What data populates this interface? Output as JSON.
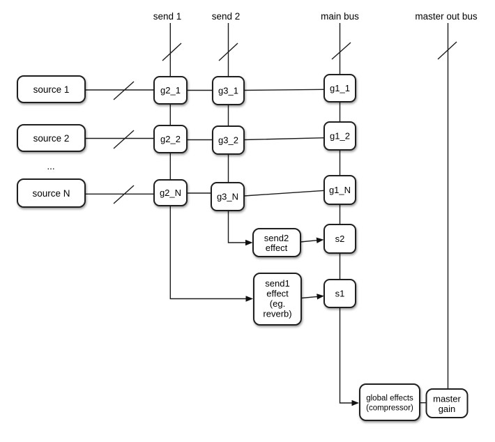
{
  "colors": {
    "background": "#ffffff",
    "line_stroke": "#1b1b1b",
    "box_fill": "#ffffff",
    "box_stroke": "#1f1f1f",
    "text": "#000000"
  },
  "buses": {
    "send1": "send 1",
    "send2": "send 2",
    "main": "main bus",
    "master": "master out bus"
  },
  "sources": {
    "row1": "source 1",
    "row2": "source 2",
    "rowN": "source N",
    "ellipsis": "..."
  },
  "gains": {
    "g2_1": "g2_1",
    "g3_1": "g3_1",
    "g1_1": "g1_1",
    "g2_2": "g2_2",
    "g3_2": "g3_2",
    "g1_2": "g1_2",
    "g2_N": "g2_N",
    "g3_N": "g3_N",
    "g1_N": "g1_N"
  },
  "sums": {
    "s2": "s2",
    "s1": "s1"
  },
  "effects": {
    "send2": {
      "line1": "send2",
      "line2": "effect"
    },
    "send1": {
      "line1": "send1",
      "line2": "effect",
      "line3": "(eg.",
      "line4": "reverb)"
    },
    "global": {
      "line1": "global effects",
      "line2": "(compressor)"
    },
    "master": {
      "line1": "master",
      "line2": "gain"
    }
  }
}
